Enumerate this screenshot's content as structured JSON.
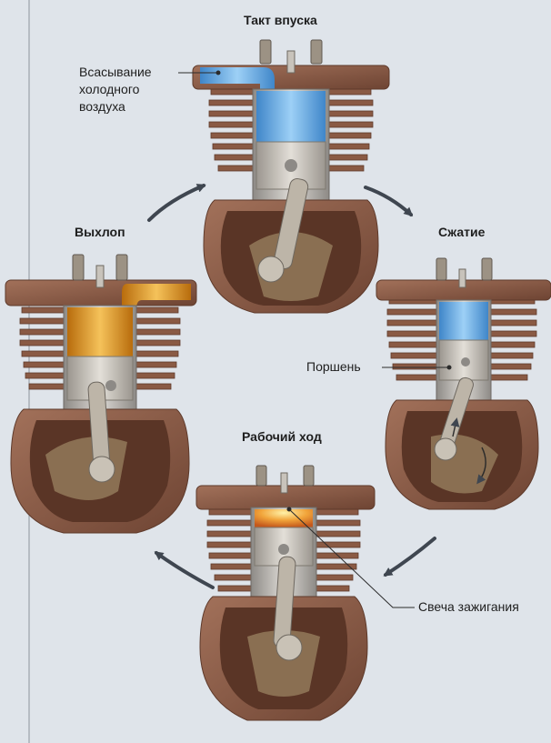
{
  "stages": {
    "intake": "Такт впуска",
    "compression": "Сжатие",
    "power": "Рабочий ход",
    "exhaust": "Выхлоп"
  },
  "callouts": {
    "intake_air_line1": "Всасывание",
    "intake_air_line2": "холодного",
    "intake_air_line3": "воздуха",
    "piston": "Поршень",
    "spark_plug": "Свеча зажигания"
  },
  "colors": {
    "background": "#dfe4ea",
    "engine_body": "#8a5a44",
    "cylinder_grey": "#b9b6b1",
    "cold_air": "#5fa6e0",
    "hot_charge": "#e49a1f",
    "arrow": "#3f4650"
  }
}
